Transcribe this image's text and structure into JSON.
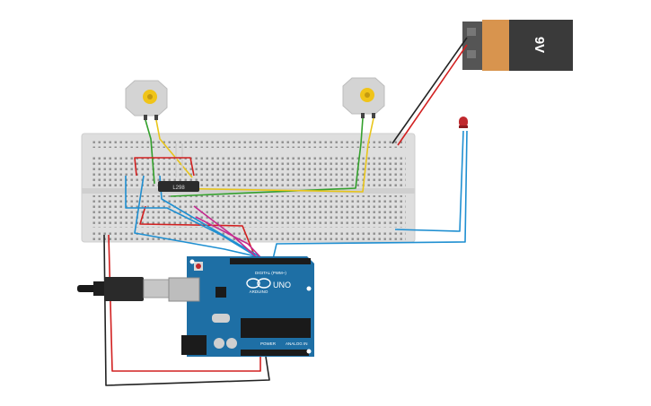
{
  "battery": {
    "label": "9V",
    "color_body": "#3a3a3a",
    "color_cap": "#d8944e"
  },
  "driver_chip": {
    "label": "L298",
    "color": "#2b2b2b"
  },
  "arduino": {
    "logo_text": "ARDUINO",
    "model": "UNO",
    "digital_label": "DIGITAL (PWM~)",
    "power_label": "POWER",
    "analog_label": "ANALOG IN",
    "board_color": "#1e6fa5"
  },
  "led": {
    "color": "#c0282d"
  },
  "wire_colors": {
    "red": "#d22020",
    "black": "#222222",
    "green": "#33a02c",
    "yellow": "#e8c51a",
    "blue": "#1f8fd1",
    "magenta": "#c42a8f",
    "white": "#cfcfcf"
  },
  "motors": [
    {
      "id": "left-motor"
    },
    {
      "id": "right-motor"
    }
  ]
}
